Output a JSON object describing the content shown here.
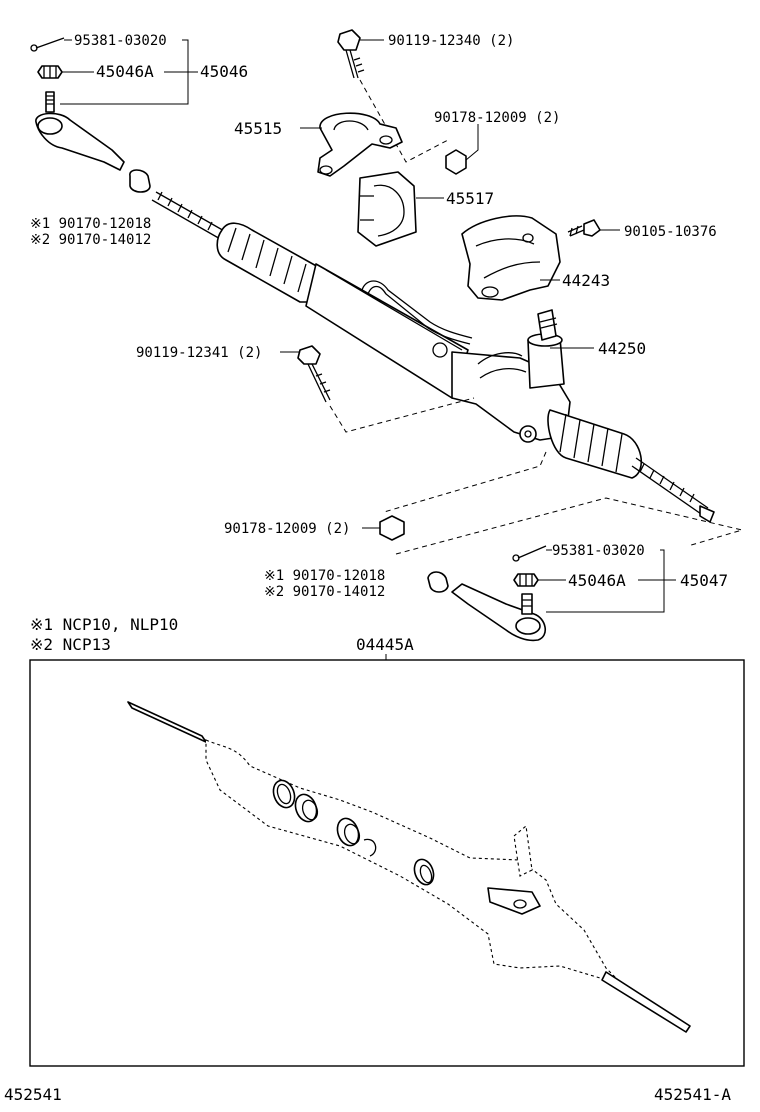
{
  "labels": {
    "pin_upper": "95381-03020",
    "nut_upper": "45046A",
    "tie_end_upper": "45046",
    "bolt_upper": "90119-12340 (2)",
    "nut_bracket": "90178-12009 (2)",
    "bracket": "45515",
    "cushion": "45517",
    "grommet_note1": "※1 90170-12018",
    "grommet_note2": "※2 90170-14012",
    "screw_cover": "90105-10376",
    "cover": "44243",
    "bolt_lower": "90119-12341 (2)",
    "gear_assy": "44250",
    "nut_lower": "90178-12009 (2)",
    "pin_lower": "95381-03020",
    "grommet_note1_lower": "※1 90170-12018",
    "grommet_note2_lower": "※2 90170-14012",
    "nut_lower_end": "45046A",
    "tie_end_lower": "45047",
    "kit": "04445A"
  },
  "notes": {
    "note1": "※1  NCP10, NLP10",
    "note2": "※2  NCP13"
  },
  "footer": {
    "left": "452541",
    "right": "452541-A"
  }
}
